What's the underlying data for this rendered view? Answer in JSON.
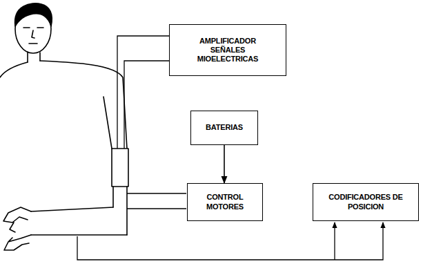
{
  "diagram": {
    "nodes": [
      {
        "text": [
          "AMPLIFICADOR SEÑALES MIOELECTRICAS"
        ]
      },
      {
        "text": [
          "BATERIAS"
        ]
      },
      {
        "text": [
          "CONTROL MOTORES"
        ]
      },
      {
        "text": [
          "CODIFICADORES DE POSICION"
        ]
      }
    ],
    "edges": [
      {
        "from": 1,
        "to": 2,
        "arrow": "to"
      }
    ]
  }
}
